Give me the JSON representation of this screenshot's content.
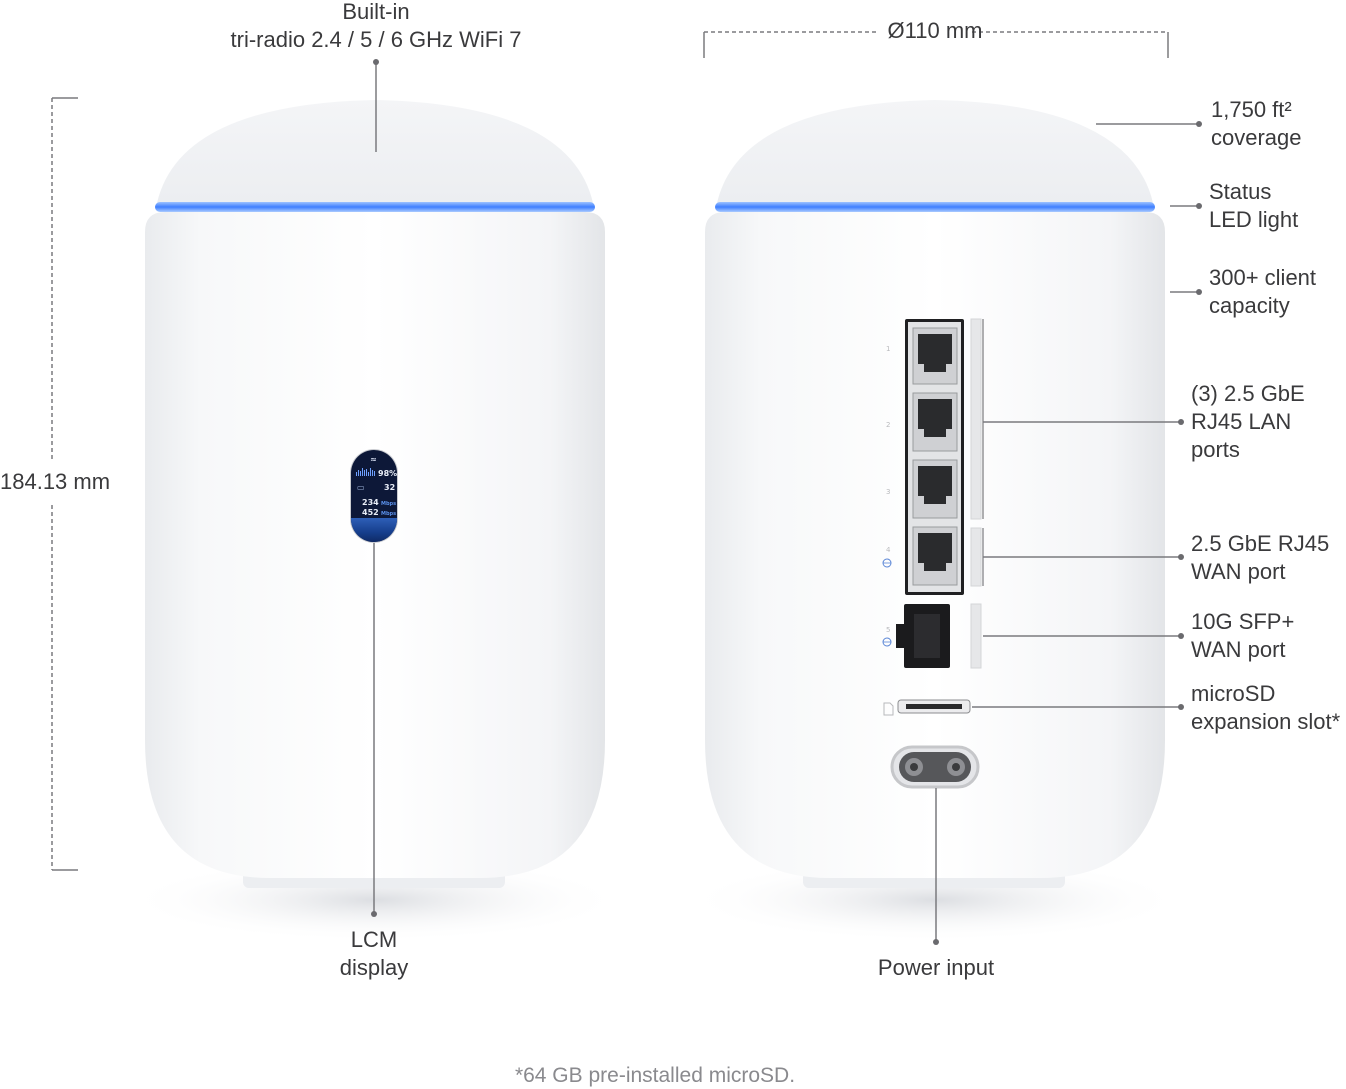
{
  "labels": {
    "wifi": [
      "Built-in",
      "tri-radio 2.4 / 5 / 6 GHz WiFi 7"
    ],
    "diameter": "Ø110 mm",
    "height": "184.13 mm",
    "coverage": [
      "1,750 ft²",
      "coverage"
    ],
    "status_led": [
      "Status",
      "LED light"
    ],
    "client_capacity": [
      "300+ client",
      "capacity"
    ],
    "lan_ports": [
      "(3) 2.5 GbE",
      "RJ45 LAN",
      "ports"
    ],
    "wan_port": [
      "2.5 GbE RJ45",
      "WAN port"
    ],
    "sfp_port": [
      "10G SFP+",
      "WAN port"
    ],
    "microsd": [
      "microSD",
      "expansion slot*"
    ],
    "power": "Power input",
    "lcm": [
      "LCM",
      "display"
    ]
  },
  "lcm_screen": {
    "signal_percent": "98%",
    "clients": "32",
    "download": "234",
    "upload": "452",
    "unit": "Mbps"
  },
  "port_numbers": [
    "1",
    "2",
    "3",
    "4",
    "5"
  ],
  "footnote": "*64 GB pre-installed microSD.",
  "colors": {
    "led": "#3f7fff",
    "body": "#ffffff",
    "callout": "#7a7a7e"
  }
}
